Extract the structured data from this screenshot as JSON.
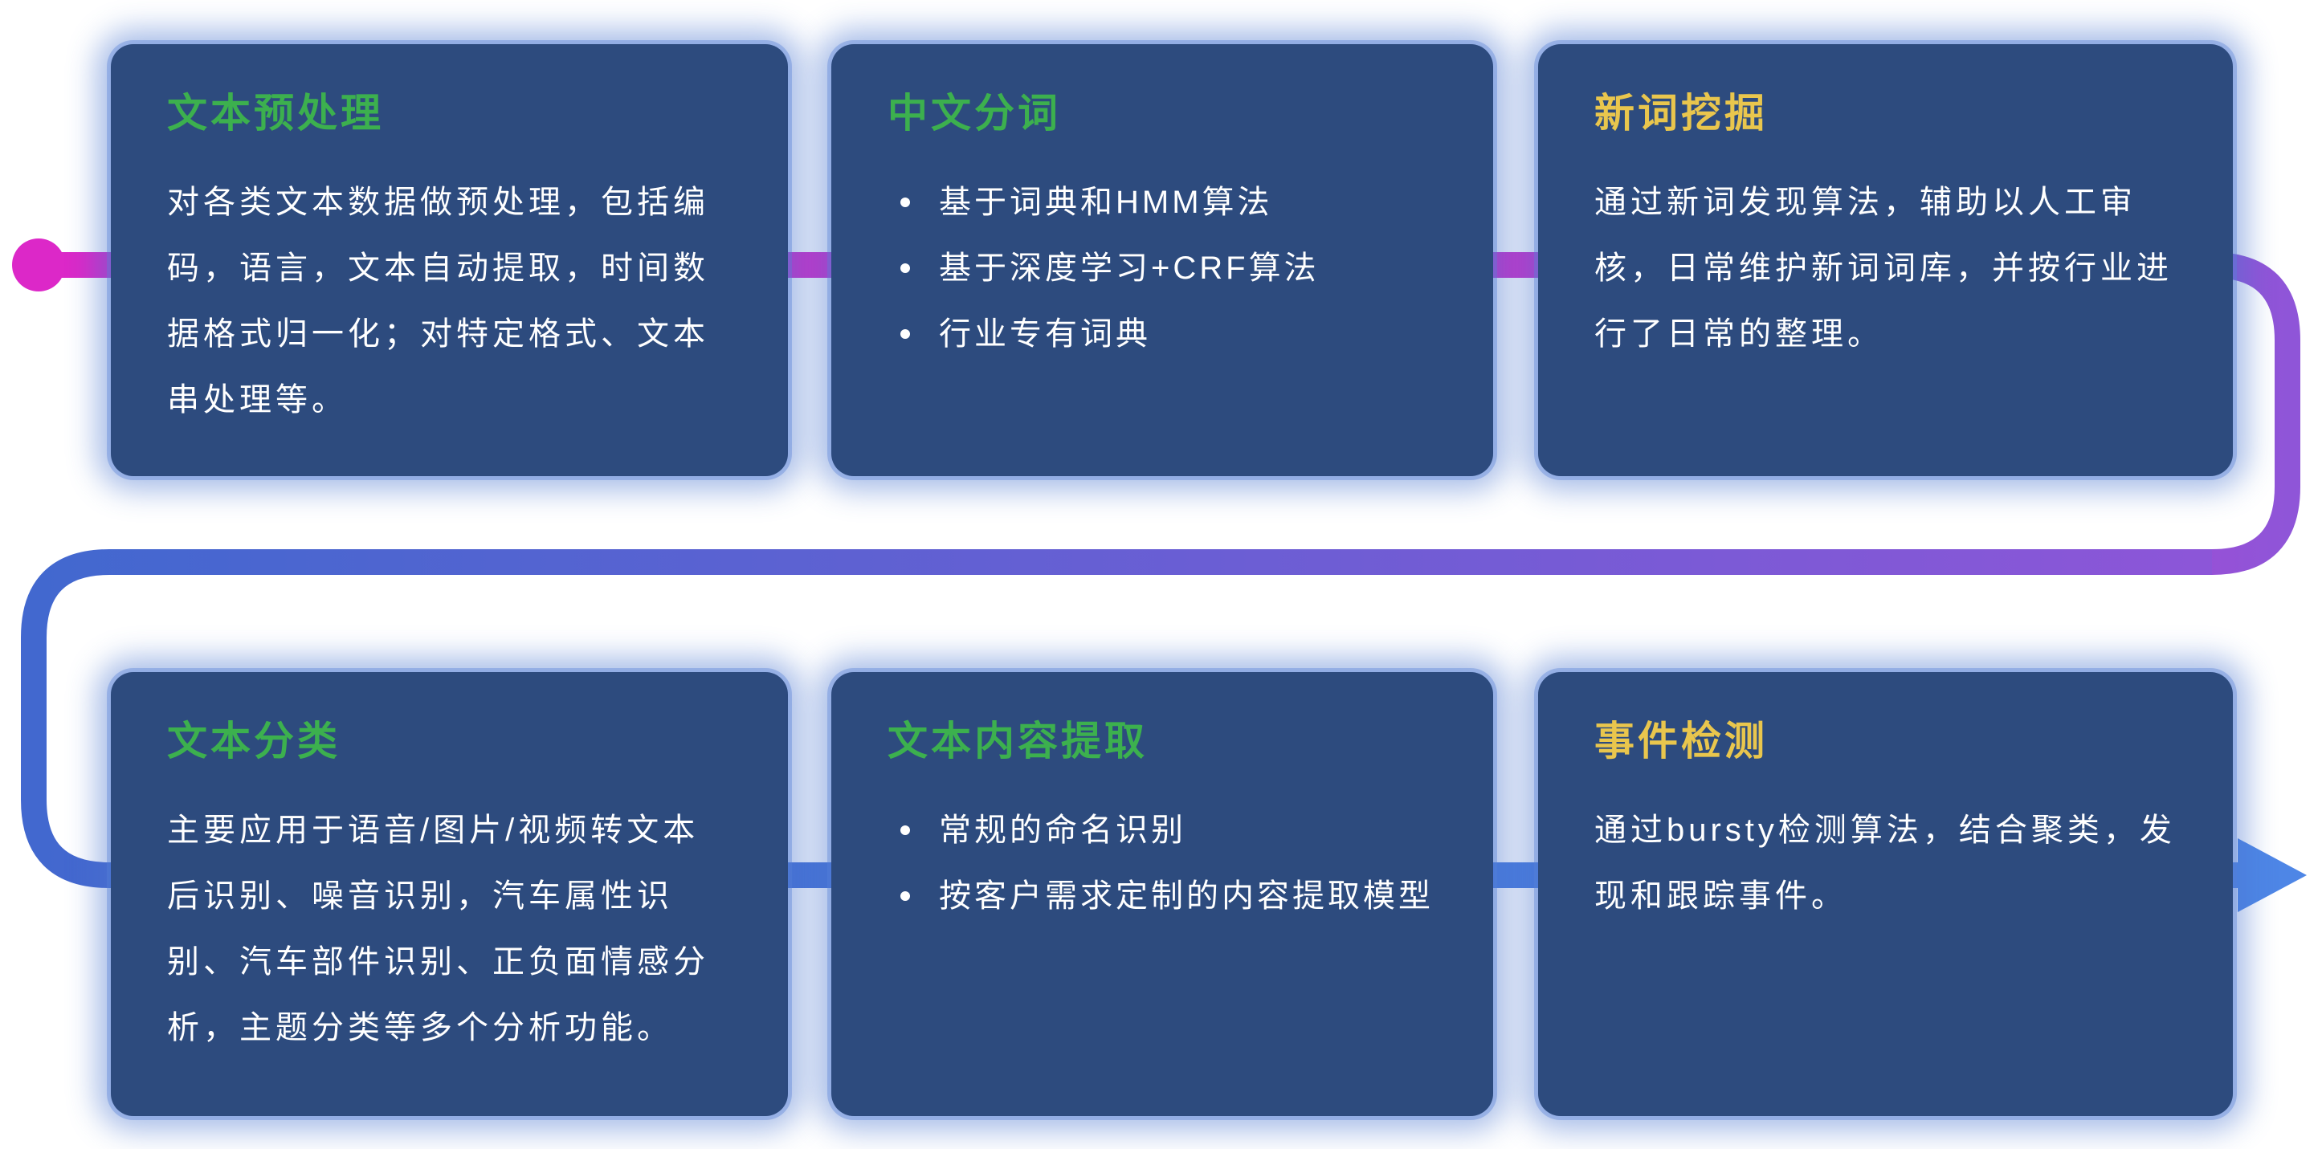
{
  "colors": {
    "background": "#ffffff",
    "card_bg": "#2d4b7e",
    "card_glow": "#5682d8",
    "title_green": "#3cb04e",
    "title_yellow": "#e9c64d",
    "body_text": "#ffffff",
    "line_magenta": "#dc28c8",
    "line_magenta2": "#cb32cb",
    "line_purple": "#8f55d8",
    "line_blue": "#4268cf",
    "arrow_blue": "#4e86e6"
  },
  "cards": [
    {
      "id": "text-preprocessing",
      "title": "文本预处理",
      "title_color": "green",
      "type": "paragraph",
      "body": "对各类文本数据做预处理，包括编码，语言，文本自动提取，时间数据格式归一化；对特定格式、文本串处理等。"
    },
    {
      "id": "chinese-word-segmentation",
      "title": "中文分词",
      "title_color": "green",
      "type": "bullets",
      "bullets": [
        "基于词典和HMM算法",
        "基于深度学习+CRF算法",
        "行业专有词典"
      ]
    },
    {
      "id": "new-word-mining",
      "title": "新词挖掘",
      "title_color": "yellow",
      "type": "paragraph",
      "body": "通过新词发现算法，辅助以人工审核，日常维护新词词库，并按行业进行了日常的整理。"
    },
    {
      "id": "text-classification",
      "title": "文本分类",
      "title_color": "green",
      "type": "paragraph",
      "body": "主要应用于语音/图片/视频转文本后识别、噪音识别，汽车属性识别、汽车部件识别、正负面情感分析，主题分类等多个分析功能。"
    },
    {
      "id": "text-content-extraction",
      "title": "文本内容提取",
      "title_color": "green",
      "type": "bullets",
      "bullets": [
        "常规的命名识别",
        "按客户需求定制的内容提取模型"
      ]
    },
    {
      "id": "event-detection",
      "title": "事件检测",
      "title_color": "yellow",
      "type": "paragraph",
      "body": "通过bursty检测算法，结合聚类，发现和跟踪事件。"
    }
  ]
}
